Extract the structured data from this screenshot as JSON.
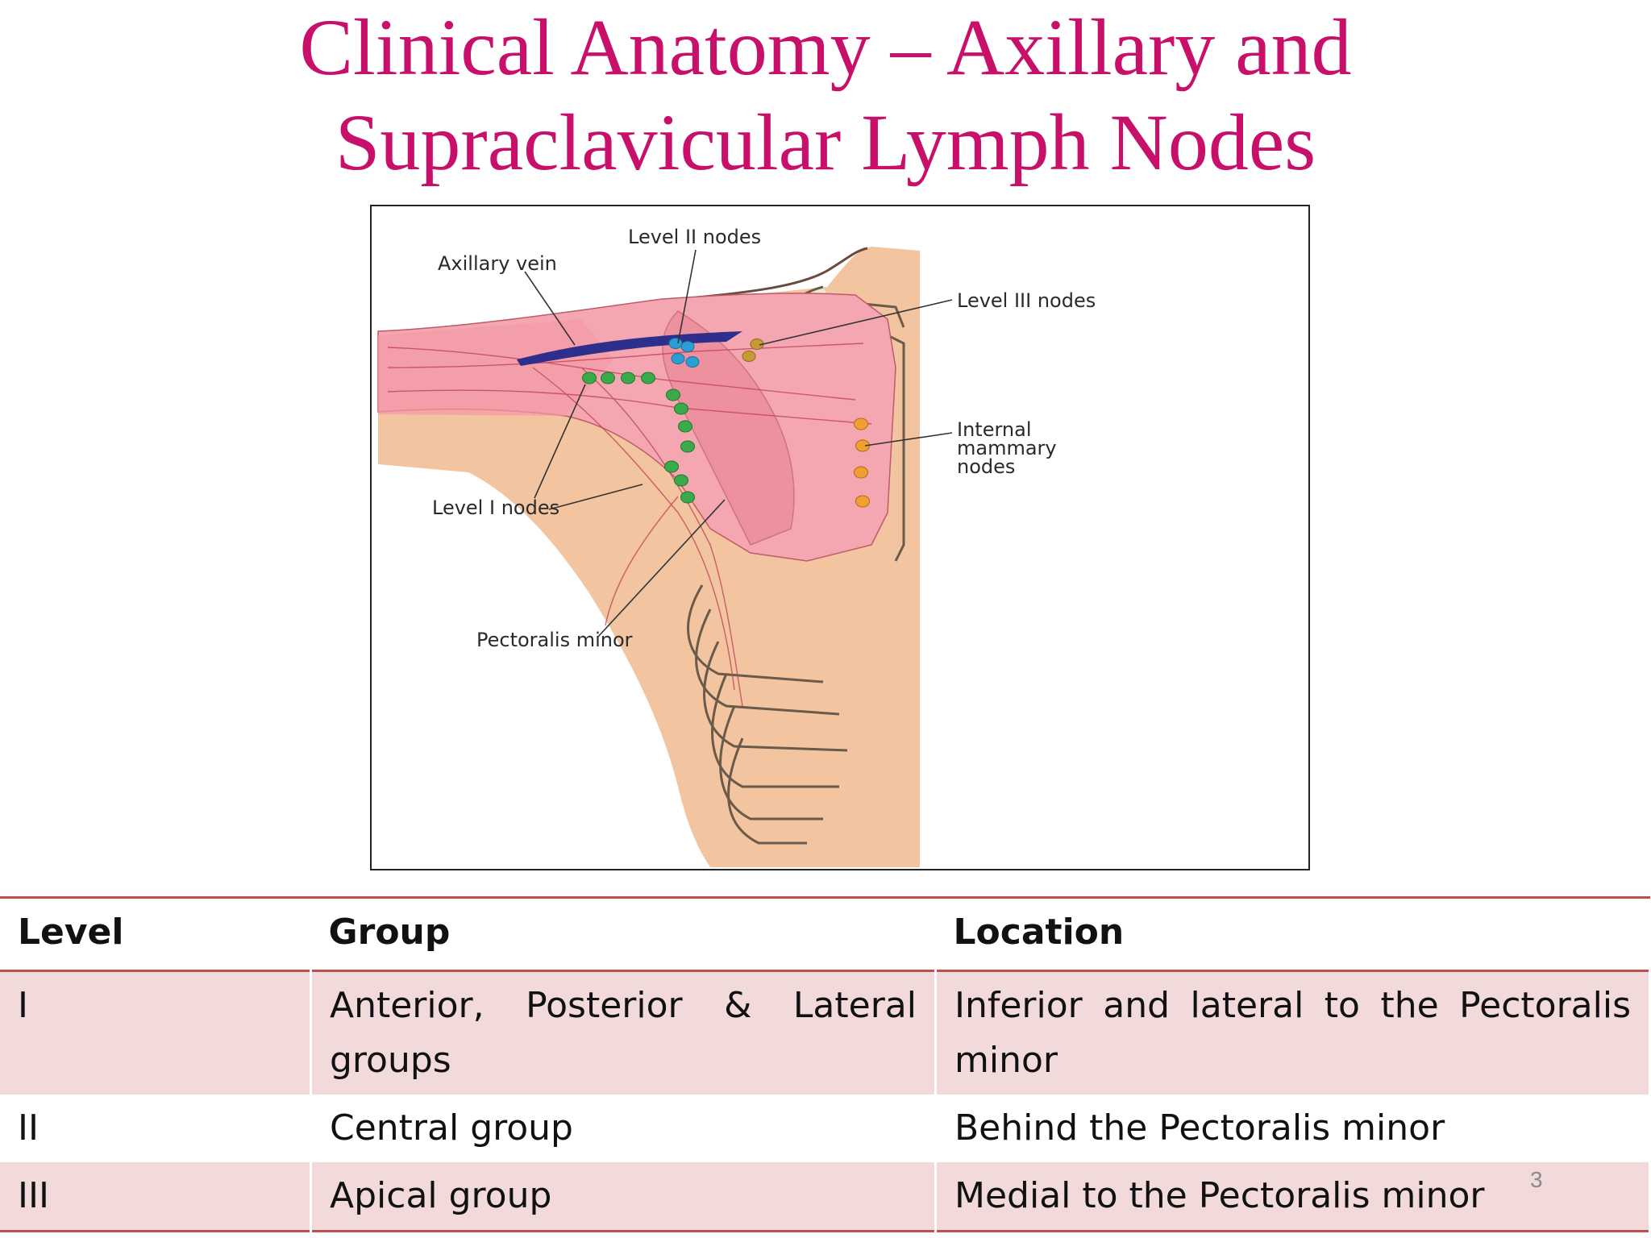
{
  "slide": {
    "title_line1": "Clinical Anatomy – Axillary and",
    "title_line2": "Supraclavicular Lymph Nodes",
    "page_number": "3"
  },
  "figure": {
    "labels": {
      "level_ii": "Level II nodes",
      "axillary_vein": "Axillary vein",
      "level_iii": "Level III nodes",
      "internal_mammary_1": "Internal",
      "internal_mammary_2": "mammary",
      "internal_mammary_3": "nodes",
      "level_i": "Level I nodes",
      "pectoralis_minor": "Pectoralis minor"
    },
    "colors": {
      "muscle": "#f4a7b0",
      "skin": "#f3c4a0",
      "bone": "#f1e7d6",
      "vein": "#2e2f8c",
      "level_i_nodes": "#3aaa4a",
      "level_ii_nodes": "#2b9fd4",
      "level_iii_nodes": "#c79a34",
      "internal_mammary_nodes": "#f0a030"
    }
  },
  "table": {
    "headers": [
      "Level",
      "Group",
      "Location"
    ],
    "rows": [
      {
        "level": "I",
        "group": "Anterior, Posterior & Lateral groups",
        "location": "Inferior and lateral to the Pectoralis minor"
      },
      {
        "level": "II",
        "group": "Central group",
        "location": "Behind the Pectoralis minor"
      },
      {
        "level": "III",
        "group": "Apical group",
        "location": "Medial to the Pectoralis minor"
      }
    ],
    "border_color": "#c0504d",
    "shade_color": "#f2dadb"
  }
}
